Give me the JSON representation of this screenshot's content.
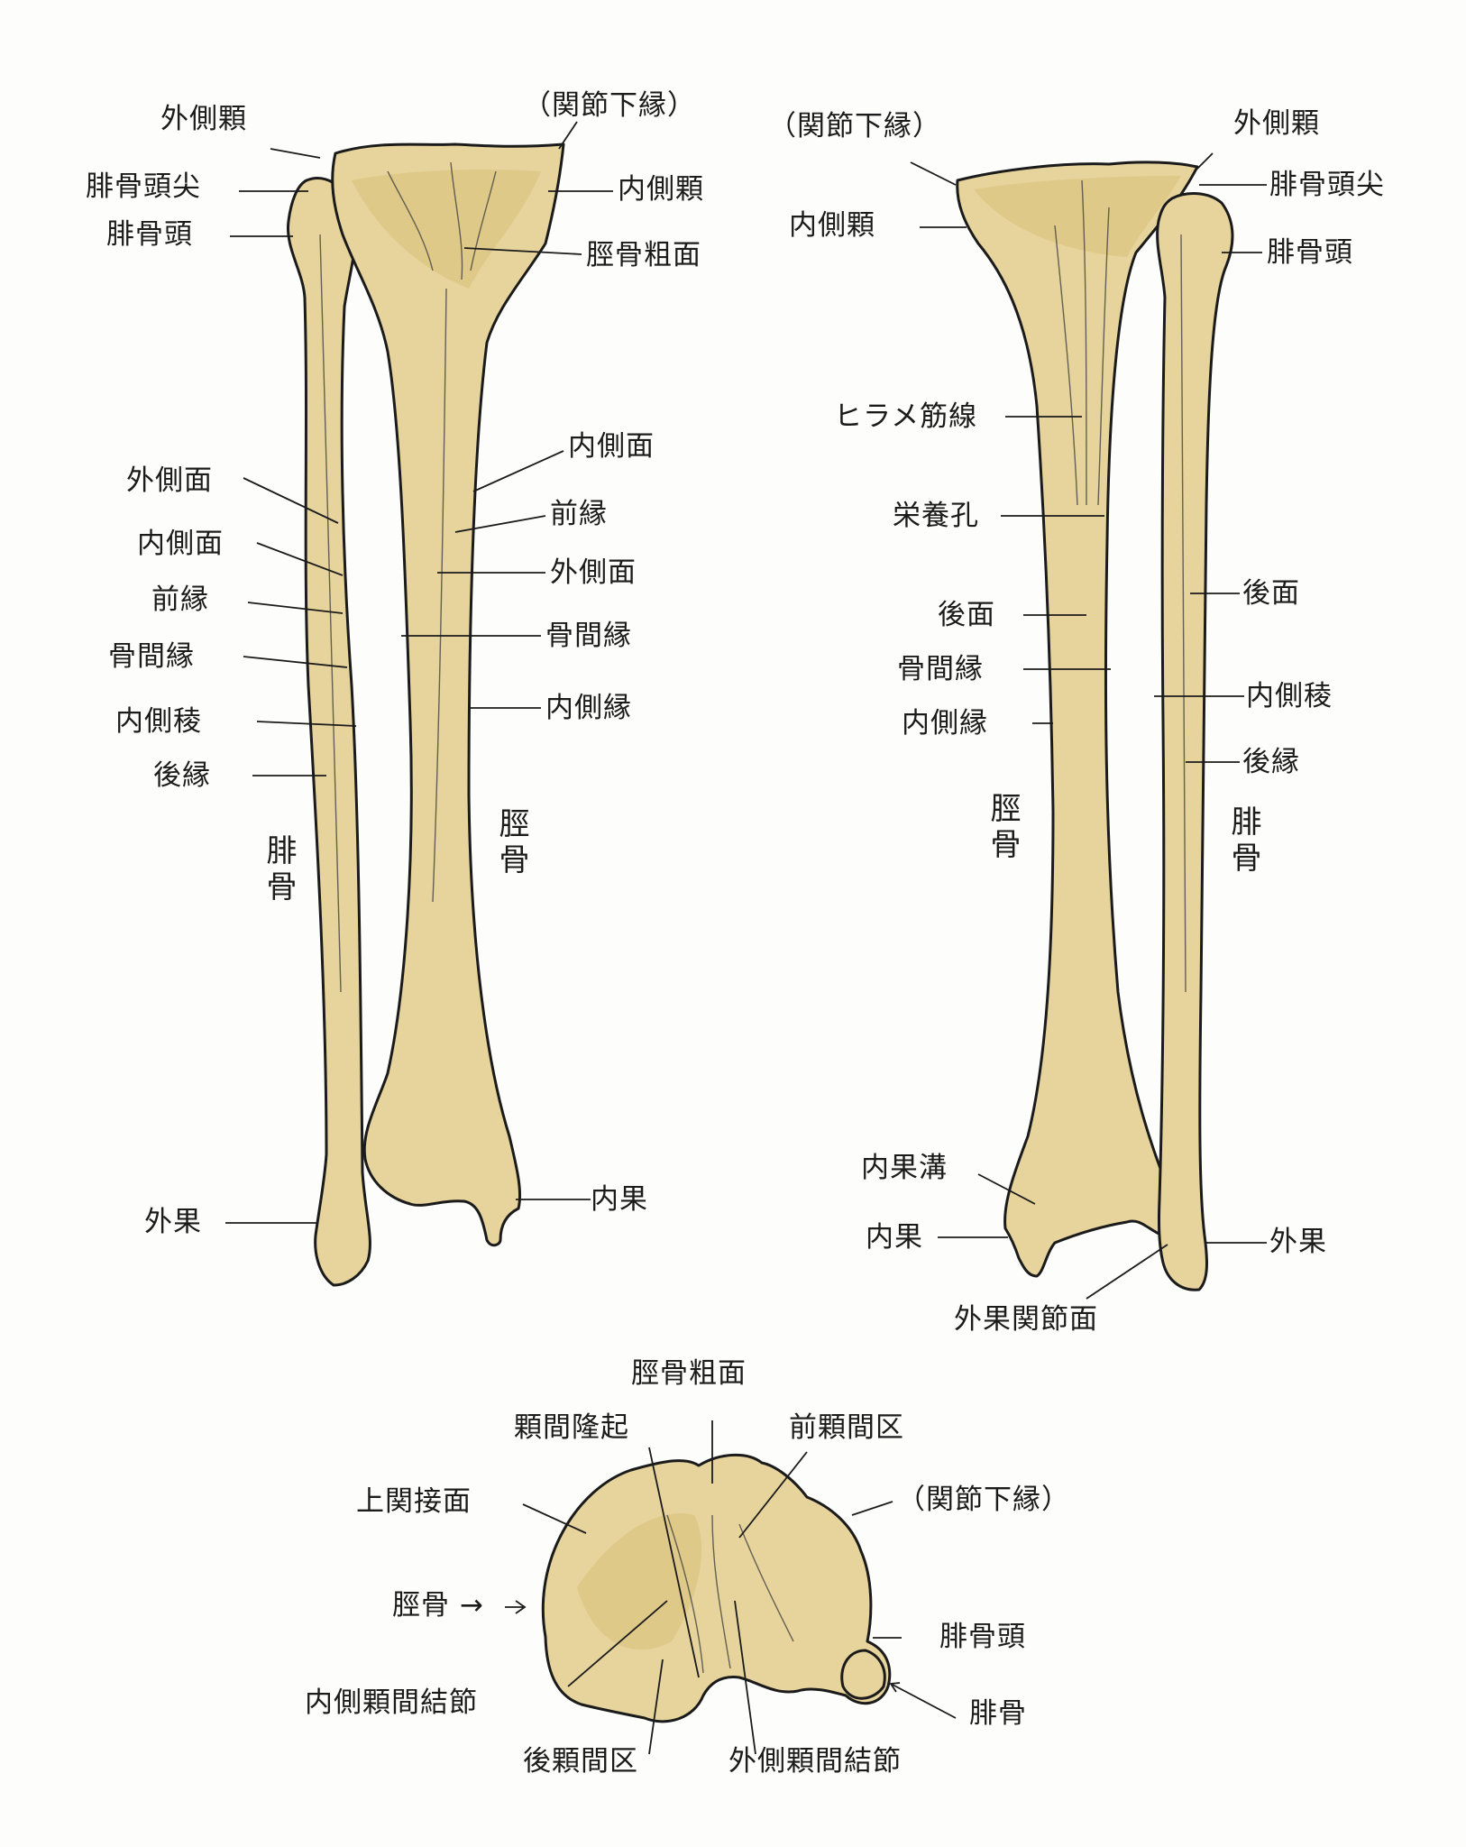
{
  "anterior": {
    "lateral_condyle": "外側顆",
    "infraglenoid_margin": "（関節下縁）",
    "apex_fibular_head": "腓骨頭尖",
    "medial_condyle": "内側顆",
    "fibular_head": "腓骨頭",
    "tibial_tuberosity": "脛骨粗面",
    "tibia_medial_surface": "内側面",
    "tibia_anterior_border": "前縁",
    "tibia_lateral_surface": "外側面",
    "tibia_interosseous_border": "骨間縁",
    "tibia_medial_border": "内側縁",
    "fibula_lateral_surface": "外側面",
    "fibula_medial_surface": "内側面",
    "fibula_anterior_border": "前縁",
    "fibula_interosseous_border": "骨間縁",
    "fibula_medial_crest": "内側稜",
    "fibula_posterior_border": "後縁",
    "fibula_name": "腓骨",
    "tibia_name": "脛骨",
    "lateral_malleolus": "外果",
    "medial_malleolus": "内果"
  },
  "posterior": {
    "infraglenoid_margin": "（関節下縁）",
    "lateral_condyle": "外側顆",
    "apex_fibular_head": "腓骨頭尖",
    "medial_condyle": "内側顆",
    "fibular_head": "腓骨頭",
    "soleal_line": "ヒラメ筋線",
    "nutrient_foramen": "栄養孔",
    "tibia_posterior_surface": "後面",
    "tibia_interosseous_border": "骨間縁",
    "tibia_medial_border": "内側縁",
    "fibula_posterior_surface": "後面",
    "fibula_medial_crest": "内側稜",
    "fibula_posterior_border": "後縁",
    "tibia_name": "脛骨",
    "fibula_name": "腓骨",
    "malleolar_groove": "内果溝",
    "medial_malleolus": "内果",
    "lateral_malleolus": "外果",
    "lateral_malleolar_facet": "外果関節面"
  },
  "superior": {
    "tibial_tuberosity": "脛骨粗面",
    "intercondylar_eminence": "顆間隆起",
    "anterior_intercondylar_area": "前顆間区",
    "superior_articular_surface": "上関接面",
    "infraglenoid_margin": "（関節下縁）",
    "tibia": "脛骨 →",
    "fibular_head": "腓骨頭",
    "medial_intercondylar_tubercle": "内側顆間結節",
    "fibula": "腓骨",
    "posterior_intercondylar_area": "後顆間区",
    "lateral_intercondylar_tubercle": "外側顆間結節"
  },
  "colors": {
    "bone": "#e6d49c",
    "outline": "#1b1b1b",
    "paper": "#fdfdfb"
  }
}
